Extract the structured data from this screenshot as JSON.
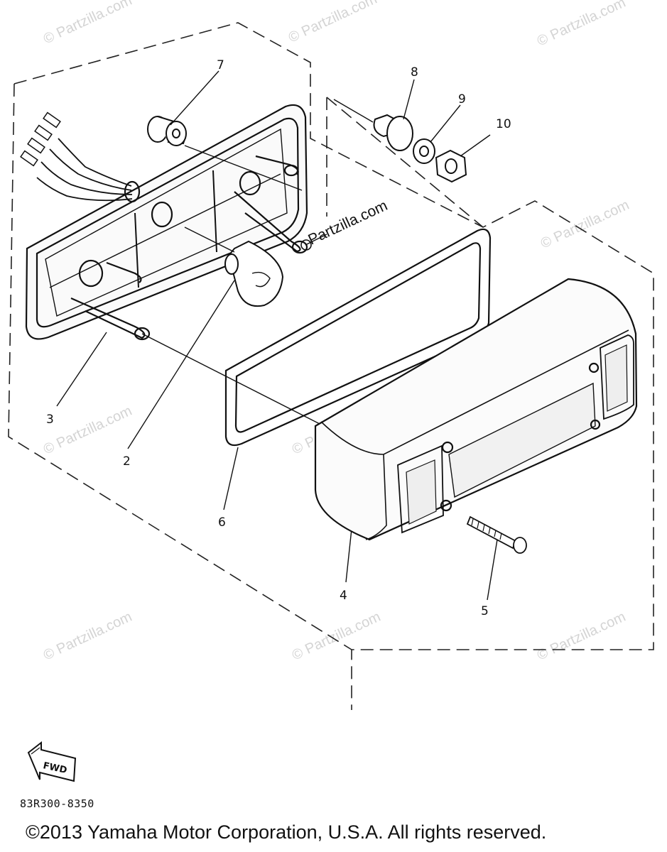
{
  "diagram": {
    "callouts": [
      {
        "id": "1",
        "label": "2"
      },
      {
        "id": "2",
        "label": "3"
      },
      {
        "id": "3",
        "label": "4"
      },
      {
        "id": "4",
        "label": "5"
      },
      {
        "id": "5",
        "label": "6"
      },
      {
        "id": "6",
        "label": "7"
      },
      {
        "id": "7",
        "label": "8"
      },
      {
        "id": "8",
        "label": "9"
      },
      {
        "id": "9",
        "label": "10"
      }
    ],
    "watermark": "Partzilla.com",
    "watermark_faint": "© Partzilla.com",
    "fwd_label": "FWD",
    "part_code": "83R300-8350"
  },
  "footer": {
    "copyright": "©2013  Yamaha Motor Corporation, U.S.A. All rights reserved."
  }
}
